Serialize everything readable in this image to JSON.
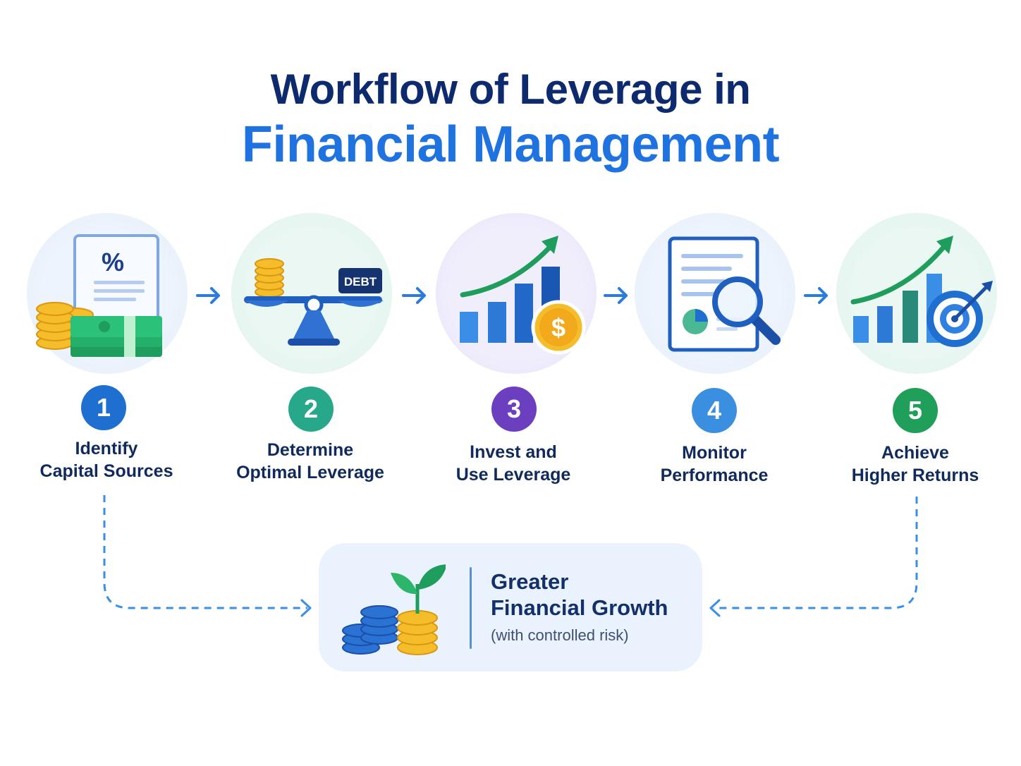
{
  "title": {
    "line1": "Workflow of Leverage in",
    "line2": "Financial Management"
  },
  "steps": [
    {
      "number": "1",
      "line1": "Identify",
      "line2": "Capital Sources",
      "icon": "capital-sources-icon",
      "color": "#1f6fd1"
    },
    {
      "number": "2",
      "line1": "Determine",
      "line2": "Optimal Leverage",
      "icon": "balance-scale-icon",
      "color": "#27a88a",
      "debt_tag": "DEBT"
    },
    {
      "number": "3",
      "line1": "Invest and",
      "line2": "Use Leverage",
      "icon": "growth-chart-dollar-icon",
      "color": "#6b3fc0",
      "coin_symbol": "$"
    },
    {
      "number": "4",
      "line1": "Monitor",
      "line2": "Performance",
      "icon": "report-magnifier-icon",
      "color": "#3b8fe0"
    },
    {
      "number": "5",
      "line1": "Achieve",
      "line2": "Higher Returns",
      "icon": "growth-chart-target-icon",
      "color": "#1f9f5a"
    }
  ],
  "percent_symbol": "%",
  "outcome": {
    "line1": "Greater",
    "line2": "Financial Growth",
    "subtitle": "(with controlled risk)",
    "icon": "coins-sprout-icon"
  },
  "colors": {
    "navy": "#0e2a6e",
    "accent_blue": "#1f73e0",
    "box_bg": "#eaf3fd"
  }
}
